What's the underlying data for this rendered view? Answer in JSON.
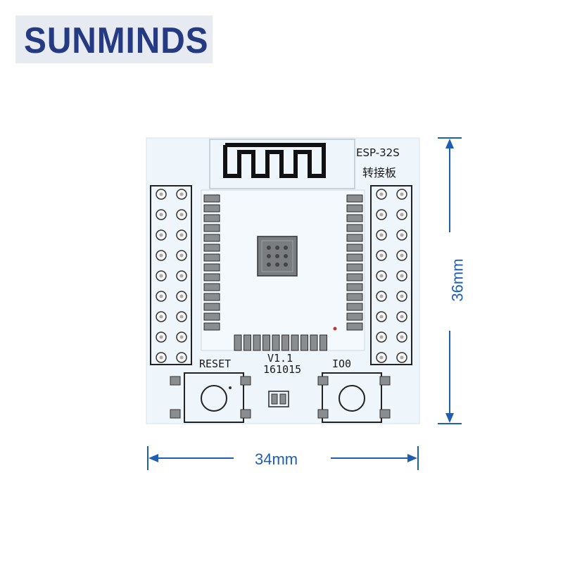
{
  "brand": {
    "logo_text": "SUNMINDS"
  },
  "board": {
    "module_label": "ESP-32S",
    "adapter_label": "转接板",
    "reset_label": "RESET",
    "io_label": "IO0",
    "version": "V1.1",
    "date_code": "161015"
  },
  "dimensions": {
    "width_label": "34mm",
    "height_label": "36mm"
  },
  "colors": {
    "brand": "#243a82",
    "pcb": "#eef6fb",
    "dimension": "#1f5fb0"
  }
}
